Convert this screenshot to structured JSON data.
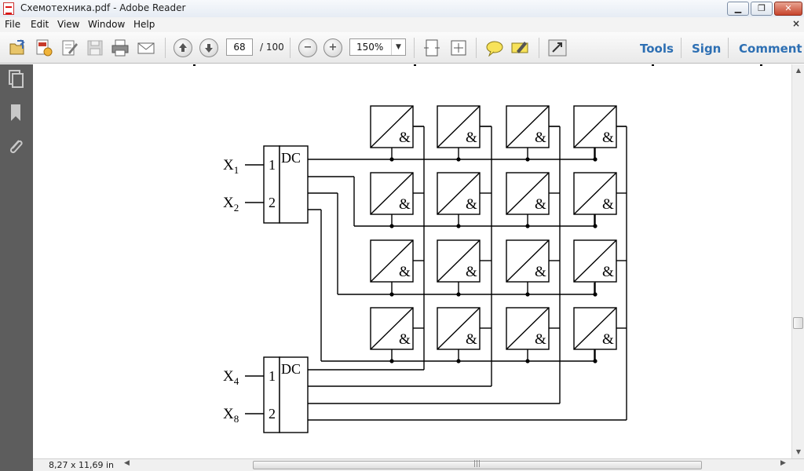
{
  "window": {
    "title": "Схемотехника.pdf - Adobe Reader",
    "minimize_glyph": "▁",
    "maximize_glyph": "❐",
    "close_glyph": "✕"
  },
  "menu": {
    "items": [
      "File",
      "Edit",
      "View",
      "Window",
      "Help"
    ],
    "doc_close": "×"
  },
  "toolbar": {
    "icons": [
      "open-icon",
      "create-pdf-icon",
      "edit-icon",
      "save-icon",
      "print-icon",
      "email-icon"
    ],
    "page_current": "68",
    "page_total": "/ 100",
    "zoom_out_glyph": "−",
    "zoom_in_glyph": "+",
    "zoom_value": "150%",
    "zoom_arrow": "▼",
    "tools_label": "Tools",
    "sign_label": "Sign",
    "comment_label": "Comment"
  },
  "nav": {
    "icons": [
      "pages-icon",
      "bookmark-icon",
      "attachment-icon"
    ]
  },
  "document": {
    "inputs_top": [
      {
        "base": "X",
        "sub": "1",
        "pin": "1"
      },
      {
        "base": "X",
        "sub": "2",
        "pin": "2"
      }
    ],
    "inputs_bottom": [
      {
        "base": "X",
        "sub": "4",
        "pin": "1"
      },
      {
        "base": "X",
        "sub": "8",
        "pin": "2"
      }
    ],
    "decoder_label": "DC",
    "gate_label": "&",
    "grid_rows": 4,
    "grid_cols": 4
  },
  "status": {
    "page_size": "8,27 x 11,69 in",
    "scroll_left": "◀",
    "scroll_right": "▶",
    "scroll_up": "▲",
    "scroll_down": "▼",
    "grip": "|||"
  }
}
